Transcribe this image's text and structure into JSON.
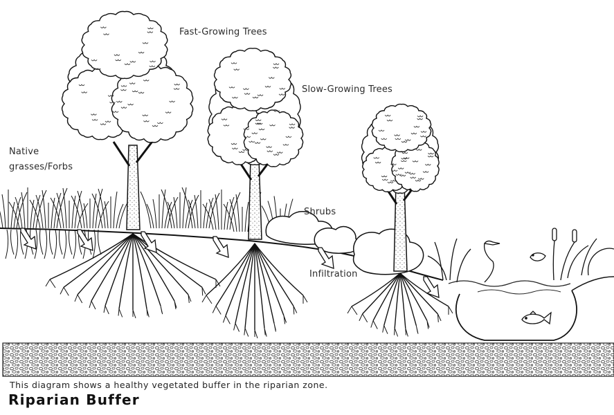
{
  "labels": {
    "fast_trees": "Fast-Growing Trees",
    "slow_trees": "Slow-Growing Trees",
    "native_1": "Native",
    "native_2": "grasses/Forbs",
    "shrubs": "Shrubs",
    "infiltration": "Infiltration"
  },
  "caption": "This diagram shows a healthy vegetated buffer in the riparian zone.",
  "title": "Riparian Buffer",
  "icons": [
    "tree-icon",
    "shrub-icon",
    "grass-icon",
    "heron-icon",
    "bird-icon",
    "fish-icon",
    "cattail-icon"
  ]
}
